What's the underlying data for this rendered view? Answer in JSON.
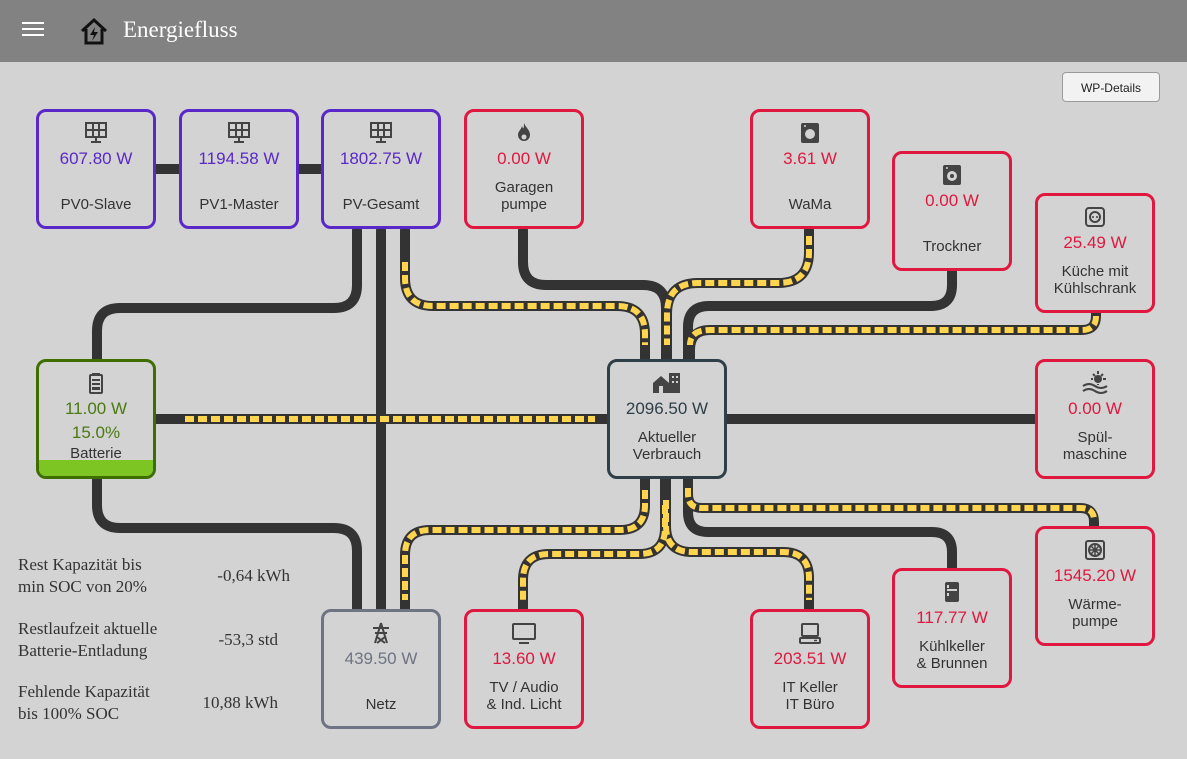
{
  "header": {
    "title": "Energiefluss",
    "menu_icon": "menu-icon",
    "logo_icon": "home-bolt-icon"
  },
  "buttons": {
    "wp_details": "WP-Details"
  },
  "colors": {
    "pv": "#5a28c8",
    "consumer": "#e0183f",
    "battery": "#3f6e00",
    "battery_fill": "#7cc522",
    "grid": "#6f7484",
    "house": "#2e3f48",
    "flow_dot": "#ffd54f",
    "line": "#333333"
  },
  "nodes": {
    "pv0": {
      "value": "607.80 W",
      "label": "PV0-Slave",
      "icon": "solar-panel-icon"
    },
    "pv1": {
      "value": "1194.58 W",
      "label": "PV1-Master",
      "icon": "solar-panel-icon"
    },
    "pvtotal": {
      "value": "1802.75 W",
      "label": "PV-Gesamt",
      "icon": "solar-panel-icon"
    },
    "garage": {
      "value": "0.00 W",
      "label": "Garagen\npumpe",
      "icon": "fire-icon"
    },
    "wama": {
      "value": "3.61 W",
      "label": "WaMa",
      "icon": "washing-machine-icon"
    },
    "trockner": {
      "value": "0.00 W",
      "label": "Trockner",
      "icon": "dryer-icon"
    },
    "kueche": {
      "value": "25.49 W",
      "label": "Küche mit\nKühlschrank",
      "icon": "power-socket-icon"
    },
    "battery": {
      "value": "11.00 W",
      "soc": "15.0%",
      "label": "Batterie",
      "icon": "battery-icon",
      "soc_fraction": 0.15
    },
    "house": {
      "value": "2096.50 W",
      "label": "Aktueller\nVerbrauch",
      "icon": "home-city-icon"
    },
    "spuel": {
      "value": "0.00 W",
      "label": "Spül-\nmaschine",
      "icon": "dishwasher-icon"
    },
    "waerme": {
      "value": "1545.20 W",
      "label": "Wärme-\npumpe",
      "icon": "heat-pump-icon"
    },
    "netz": {
      "value": "439.50 W",
      "label": "Netz",
      "icon": "transmission-tower-icon"
    },
    "tv": {
      "value": "13.60 W",
      "label": "TV / Audio\n& Ind. Licht",
      "icon": "television-icon"
    },
    "it": {
      "value": "203.51 W",
      "label": "IT Keller\nIT Büro",
      "icon": "desktop-icon"
    },
    "kuehlkeller": {
      "value": "117.77 W",
      "label": "Kühlkeller\n& Brunnen",
      "icon": "fridge-icon"
    }
  },
  "info": [
    {
      "label": "Rest Kapazität bis\nmin SOC von  20%",
      "value": "-0,64 kWh"
    },
    {
      "label": "Restlaufzeit aktuelle\nBatterie-Entladung",
      "value": "-53,3 std"
    },
    {
      "label": "Fehlende Kapazität\nbis 100% SOC",
      "value": "10,88 kWh"
    }
  ]
}
